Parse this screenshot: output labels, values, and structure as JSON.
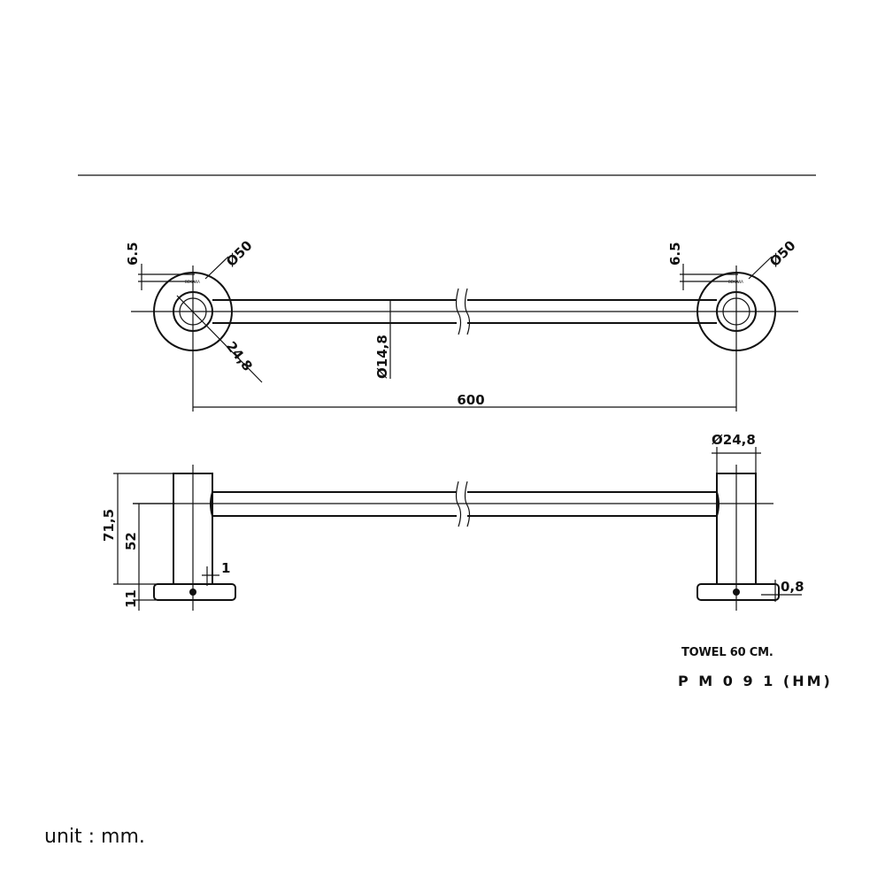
{
  "product": {
    "name": "TOWEL 60 CM.",
    "model": "P M 0 9 1 (HM)"
  },
  "unit_note": "unit : mm.",
  "top_view": {
    "flange_offset_left": "6.5",
    "flange_diameter_left": "Ø50",
    "flange_offset_right": "6.5",
    "flange_diameter_right": "Ø50",
    "inner_diameter": "24,8",
    "bar_diameter": "Ø14,8",
    "length": "600",
    "logo_text": "BEKAWA"
  },
  "side_view": {
    "post_diameter": "Ø24,8",
    "total_height": "71,5",
    "bar_height": "52",
    "base_height": "11",
    "gap_left": "1",
    "gap_right": "0,8"
  }
}
